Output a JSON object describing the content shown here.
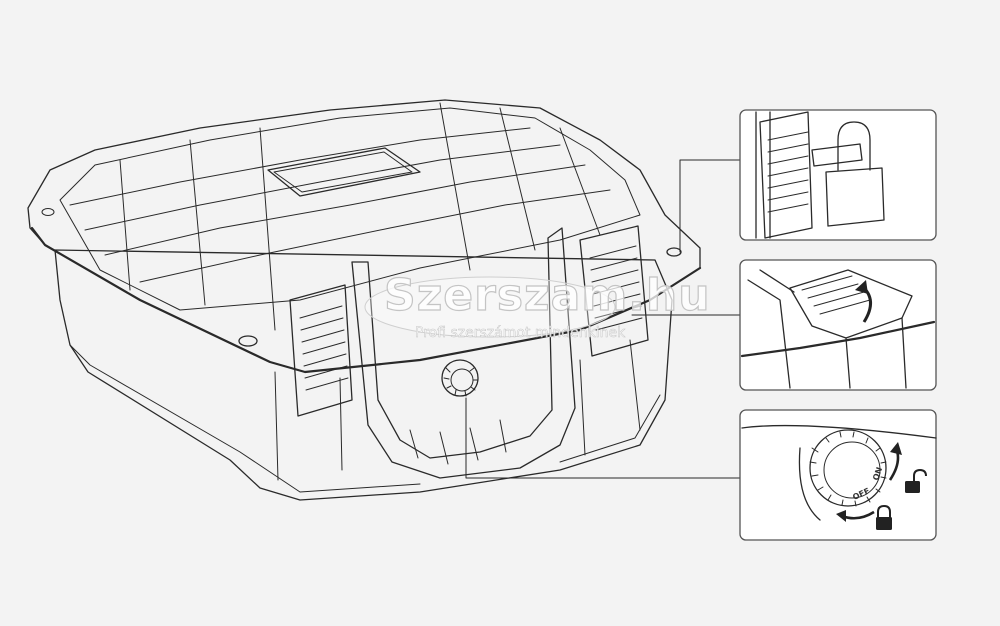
{
  "watermark": {
    "logo": "Szerszam.hu",
    "tagline": "Profi szerszámot mindenkinek"
  },
  "callouts": [
    {
      "name": "padlock-detail",
      "feature": "padlock-hole"
    },
    {
      "name": "latch-detail",
      "feature": "latch-open"
    },
    {
      "name": "valve-detail",
      "feature": "pressure-valve"
    }
  ],
  "valve": {
    "on_label": "ON",
    "off_label": "OFF"
  },
  "icons": [
    "padlock-icon",
    "rotate-arrow-icon",
    "unlock-icon",
    "lock-icon"
  ],
  "colors": {
    "background": "#f3f3f3",
    "line": "#2a2a2a",
    "case_fill": "#ffffff",
    "callout_border": "#555555"
  }
}
